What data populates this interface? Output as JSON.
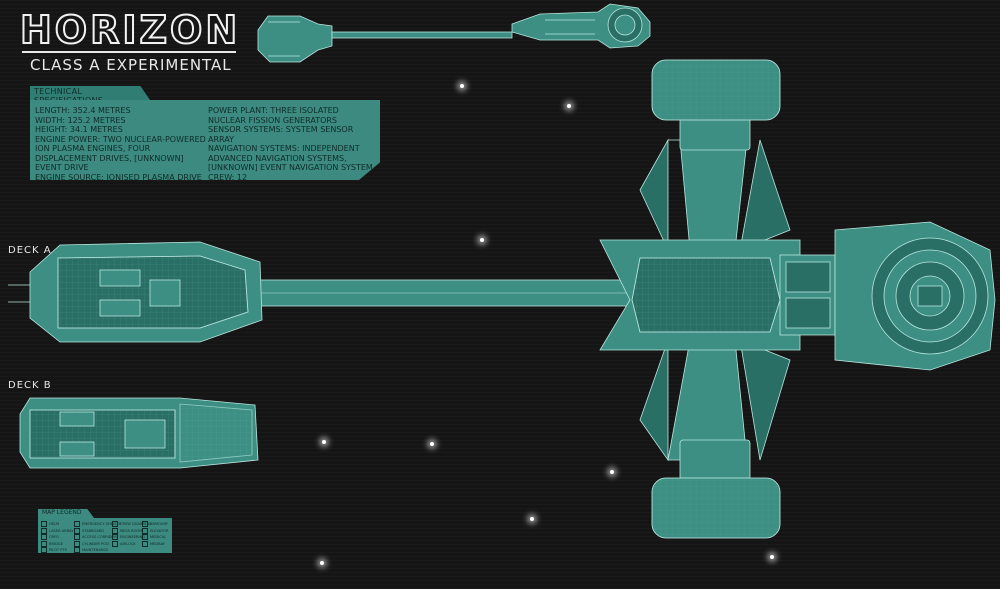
{
  "header": {
    "title": "HORIZON",
    "subtitle": "CLASS A EXPERIMENTAL"
  },
  "specs": {
    "heading": "TECHNICAL SPECIFICATIONS",
    "left": [
      "LENGTH: 352.4 METRES",
      "WIDTH: 125.2 METRES",
      "HEIGHT: 34.1 METRES",
      "ENGINE POWER: TWO NUCLEAR-POWERED ION PLASMA ENGINES, FOUR DISPLACEMENT DRIVES, [UNKNOWN] EVENT DRIVE",
      "ENGINE SOURCE: IONISED PLASMA DRIVE"
    ],
    "right": [
      "POWER PLANT: THREE ISOLATED NUCLEAR FISSION GENERATORS",
      "SENSOR SYSTEMS: SYSTEM SENSOR ARRAY",
      "NAVIGATION SYSTEMS: INDEPENDENT ADVANCED NAVIGATION SYSTEMS, [UNKNOWN] EVENT NAVIGATION SYSTEM",
      "CREW: 12"
    ]
  },
  "decks": {
    "deck_a": "DECK A",
    "deck_b": "DECK B"
  },
  "legend": {
    "heading": "MAP LEGEND",
    "col1": [
      "HELM",
      "LASER ARRAY",
      "CRYO",
      "BRIDGE",
      "PILOT PTS"
    ],
    "col2": [
      "EMERGENCY SHELTER",
      "STARBOARD",
      "ACCESS CORRIDOR",
      "CYLINDER POD",
      "MAINTENANCE"
    ],
    "col3": [
      "CREW QUARTERS",
      "MESS ROOM",
      "ENGINEERING",
      "AIRLOCK",
      ""
    ],
    "col4": [
      "ARMOURY",
      "ELEVATOR",
      "MEDICAL",
      "MEDBAY",
      ""
    ]
  },
  "colors": {
    "background": "#151515",
    "hull": "#3d8f84",
    "hull_dark": "#2a6f66",
    "hull_line": "#b8e6dd",
    "text_light": "#e8e8e8",
    "text_dark": "#0f2c28"
  }
}
